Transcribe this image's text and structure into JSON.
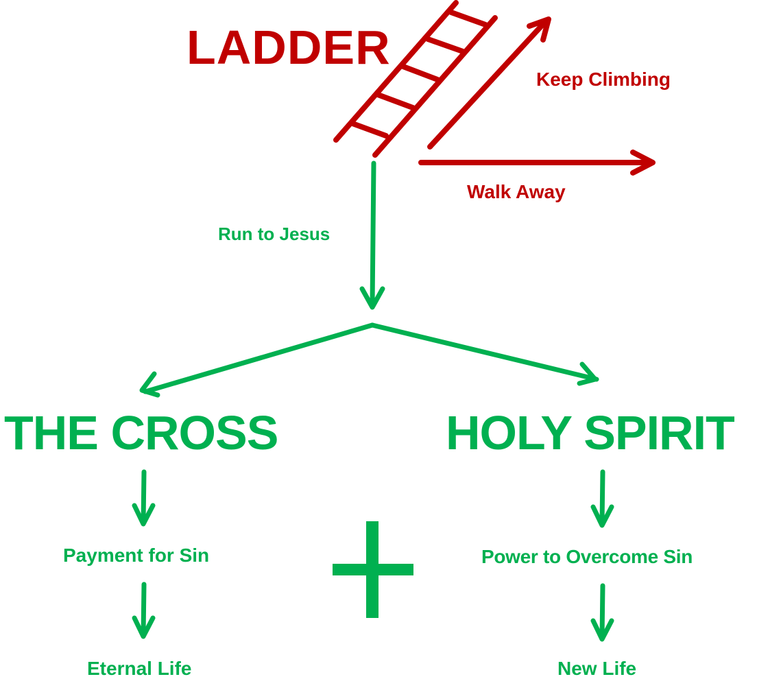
{
  "colors": {
    "red": "#c00000",
    "green": "#00b050",
    "background": "#ffffff"
  },
  "header": {
    "title": "LADDER"
  },
  "branches": {
    "keep_climbing": "Keep Climbing",
    "walk_away": "Walk Away",
    "run_to_jesus": "Run to Jesus"
  },
  "left_column": {
    "title": "THE CROSS",
    "steps": [
      "Payment for Sin",
      "Eternal Life"
    ]
  },
  "right_column": {
    "title": "HOLY SPIRIT",
    "steps": [
      "Power to Overcome Sin",
      "New Life"
    ]
  },
  "connector": {
    "symbol": "plus"
  }
}
